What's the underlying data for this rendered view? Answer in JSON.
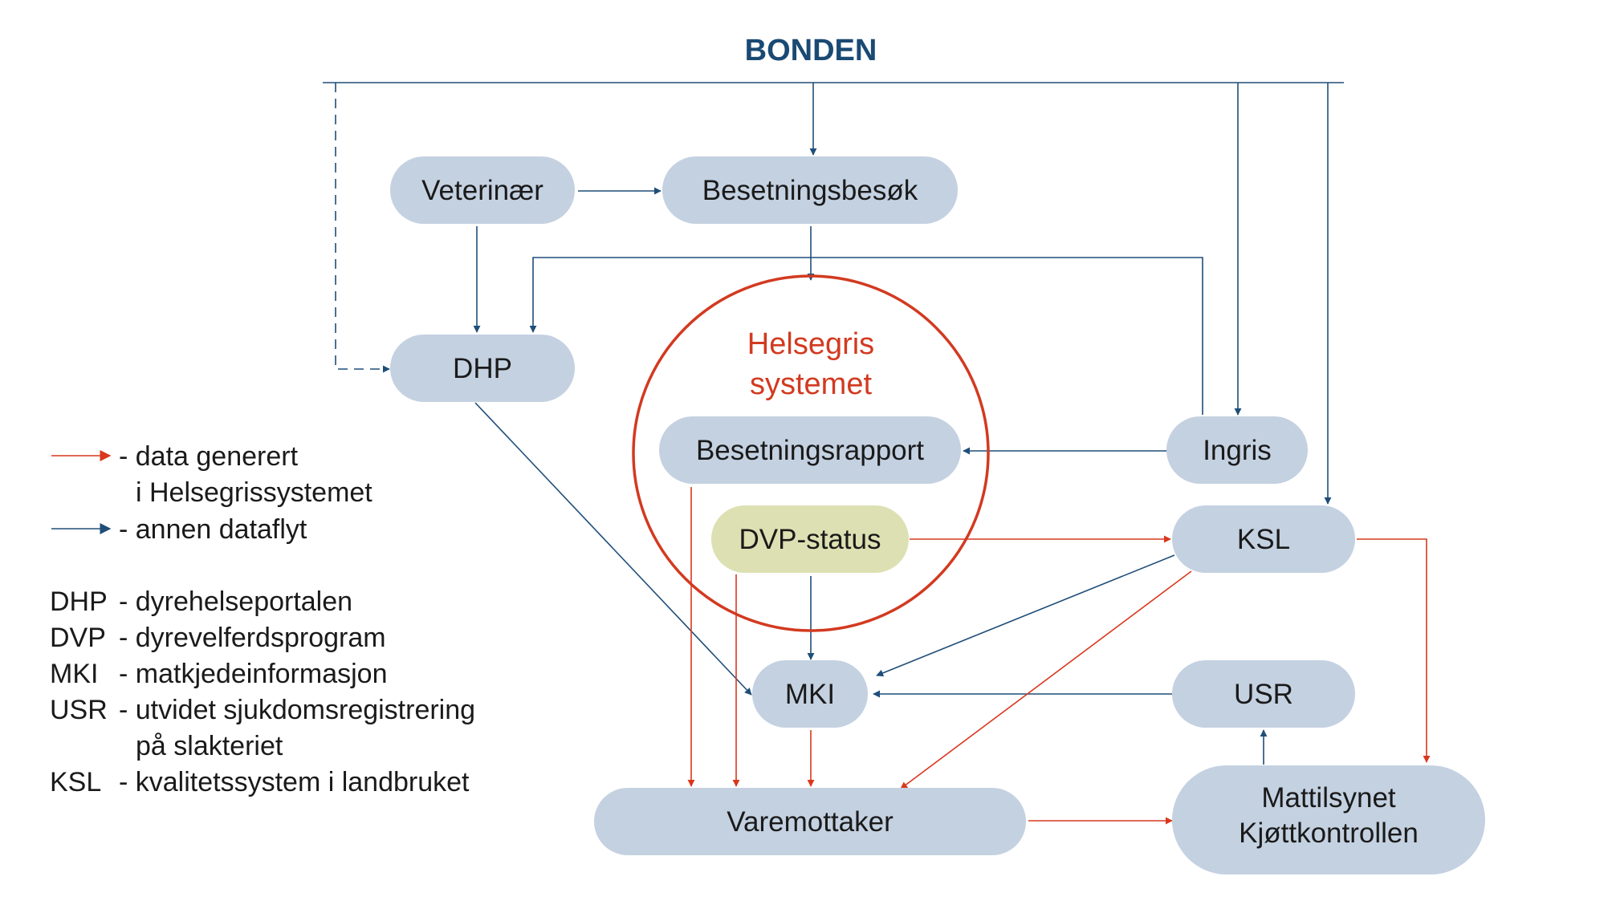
{
  "title": "BONDEN",
  "center": {
    "line1": "Helsegris",
    "line2": "systemet"
  },
  "nodes": {
    "veterinaer": "Veterinær",
    "besetningsbesok": "Besetningsbesøk",
    "dhp": "DHP",
    "besetningsrapport": "Besetningsrapport",
    "ingris": "Ingris",
    "dvp_status": "DVP-status",
    "ksl": "KSL",
    "mki": "MKI",
    "usr": "USR",
    "varemottaker": "Varemottaker",
    "mattilsynet_line1": "Mattilsynet",
    "mattilsynet_line2": "Kjøttkontrollen"
  },
  "legend": {
    "red_line1": "- data generert",
    "red_line2": "i Helsegrissystemet",
    "blue": "- annen dataflyt",
    "abbreviations": [
      {
        "abbr": "DHP",
        "text": "- dyrehelseportalen"
      },
      {
        "abbr": "DVP",
        "text": "- dyrevelferdsprogram"
      },
      {
        "abbr": "MKI",
        "text": "- matkjedeinformasjon"
      },
      {
        "abbr": "USR",
        "text": "- utvidet sjukdomsregistrering"
      },
      {
        "abbr": "",
        "text": "på slakteriet"
      },
      {
        "abbr": "KSL",
        "text": "- kvalitetssystem i landbruket"
      }
    ]
  },
  "colors": {
    "node": "#c4d1e1",
    "node_green": "#dde0b2",
    "blue_flow": "#1f4e79",
    "red_flow": "#d9381e",
    "title": "#1a4a73"
  }
}
